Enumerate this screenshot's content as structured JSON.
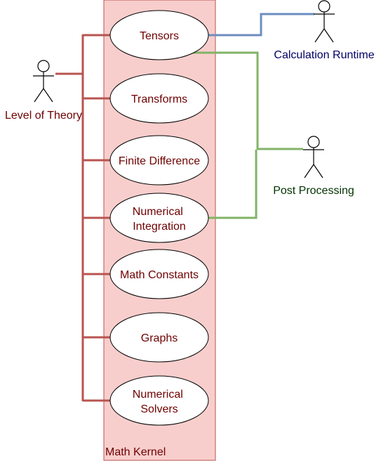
{
  "colors": {
    "boundary_fill": "#f8cecc",
    "boundary_stroke": "#b85450",
    "kernel_text": "#6f0000",
    "runtime_text": "#000066",
    "runtime_line": "#6c8ebf",
    "post_text": "#003300",
    "post_line": "#82b366"
  },
  "boundary": {
    "label": "Math Kernel"
  },
  "actors": {
    "level_of_theory": {
      "label": "Level of Theory"
    },
    "calculation_runtime": {
      "label": "Calculation Runtime"
    },
    "post_processing": {
      "label": "Post Processing"
    }
  },
  "use_cases": {
    "tensors": {
      "lines": [
        "Tensors"
      ]
    },
    "transforms": {
      "lines": [
        "Transforms"
      ]
    },
    "finite_difference": {
      "lines": [
        "Finite Difference"
      ]
    },
    "numerical_integration": {
      "lines": [
        "Numerical",
        "Integration"
      ]
    },
    "math_constants": {
      "lines": [
        "Math Constants"
      ]
    },
    "graphs": {
      "lines": [
        "Graphs"
      ]
    },
    "numerical_solvers": {
      "lines": [
        "Numerical",
        "Solvers"
      ]
    }
  }
}
